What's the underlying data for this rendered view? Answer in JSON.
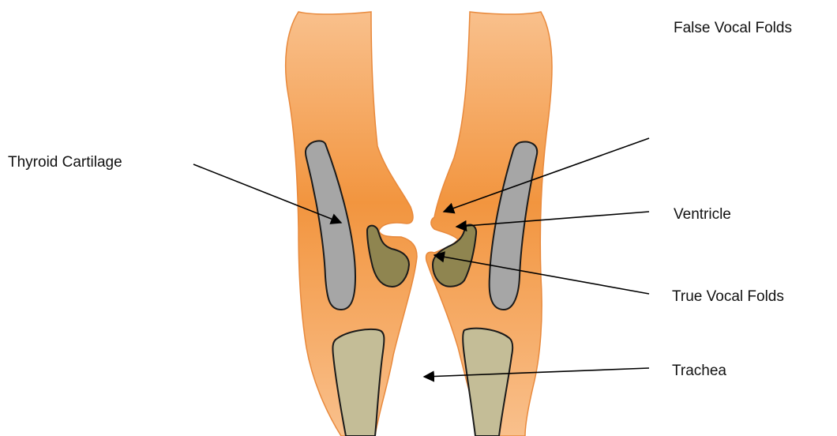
{
  "labels": {
    "thyroid_cartilage": "Thyroid Cartilage",
    "false_vocal_folds": "False Vocal Folds",
    "ventricle": "Ventricle",
    "true_vocal_folds": "True Vocal Folds",
    "trachea": "Trachea"
  },
  "colors": {
    "tissue_light": "#f9c08c",
    "tissue_dark": "#f2953f",
    "tissue_stroke": "#e8893c",
    "cartilage": "#a6a6a6",
    "vocal_fold": "#8f8550",
    "tracheal_ring": "#c4bd97",
    "outline": "#1a1a1a"
  }
}
